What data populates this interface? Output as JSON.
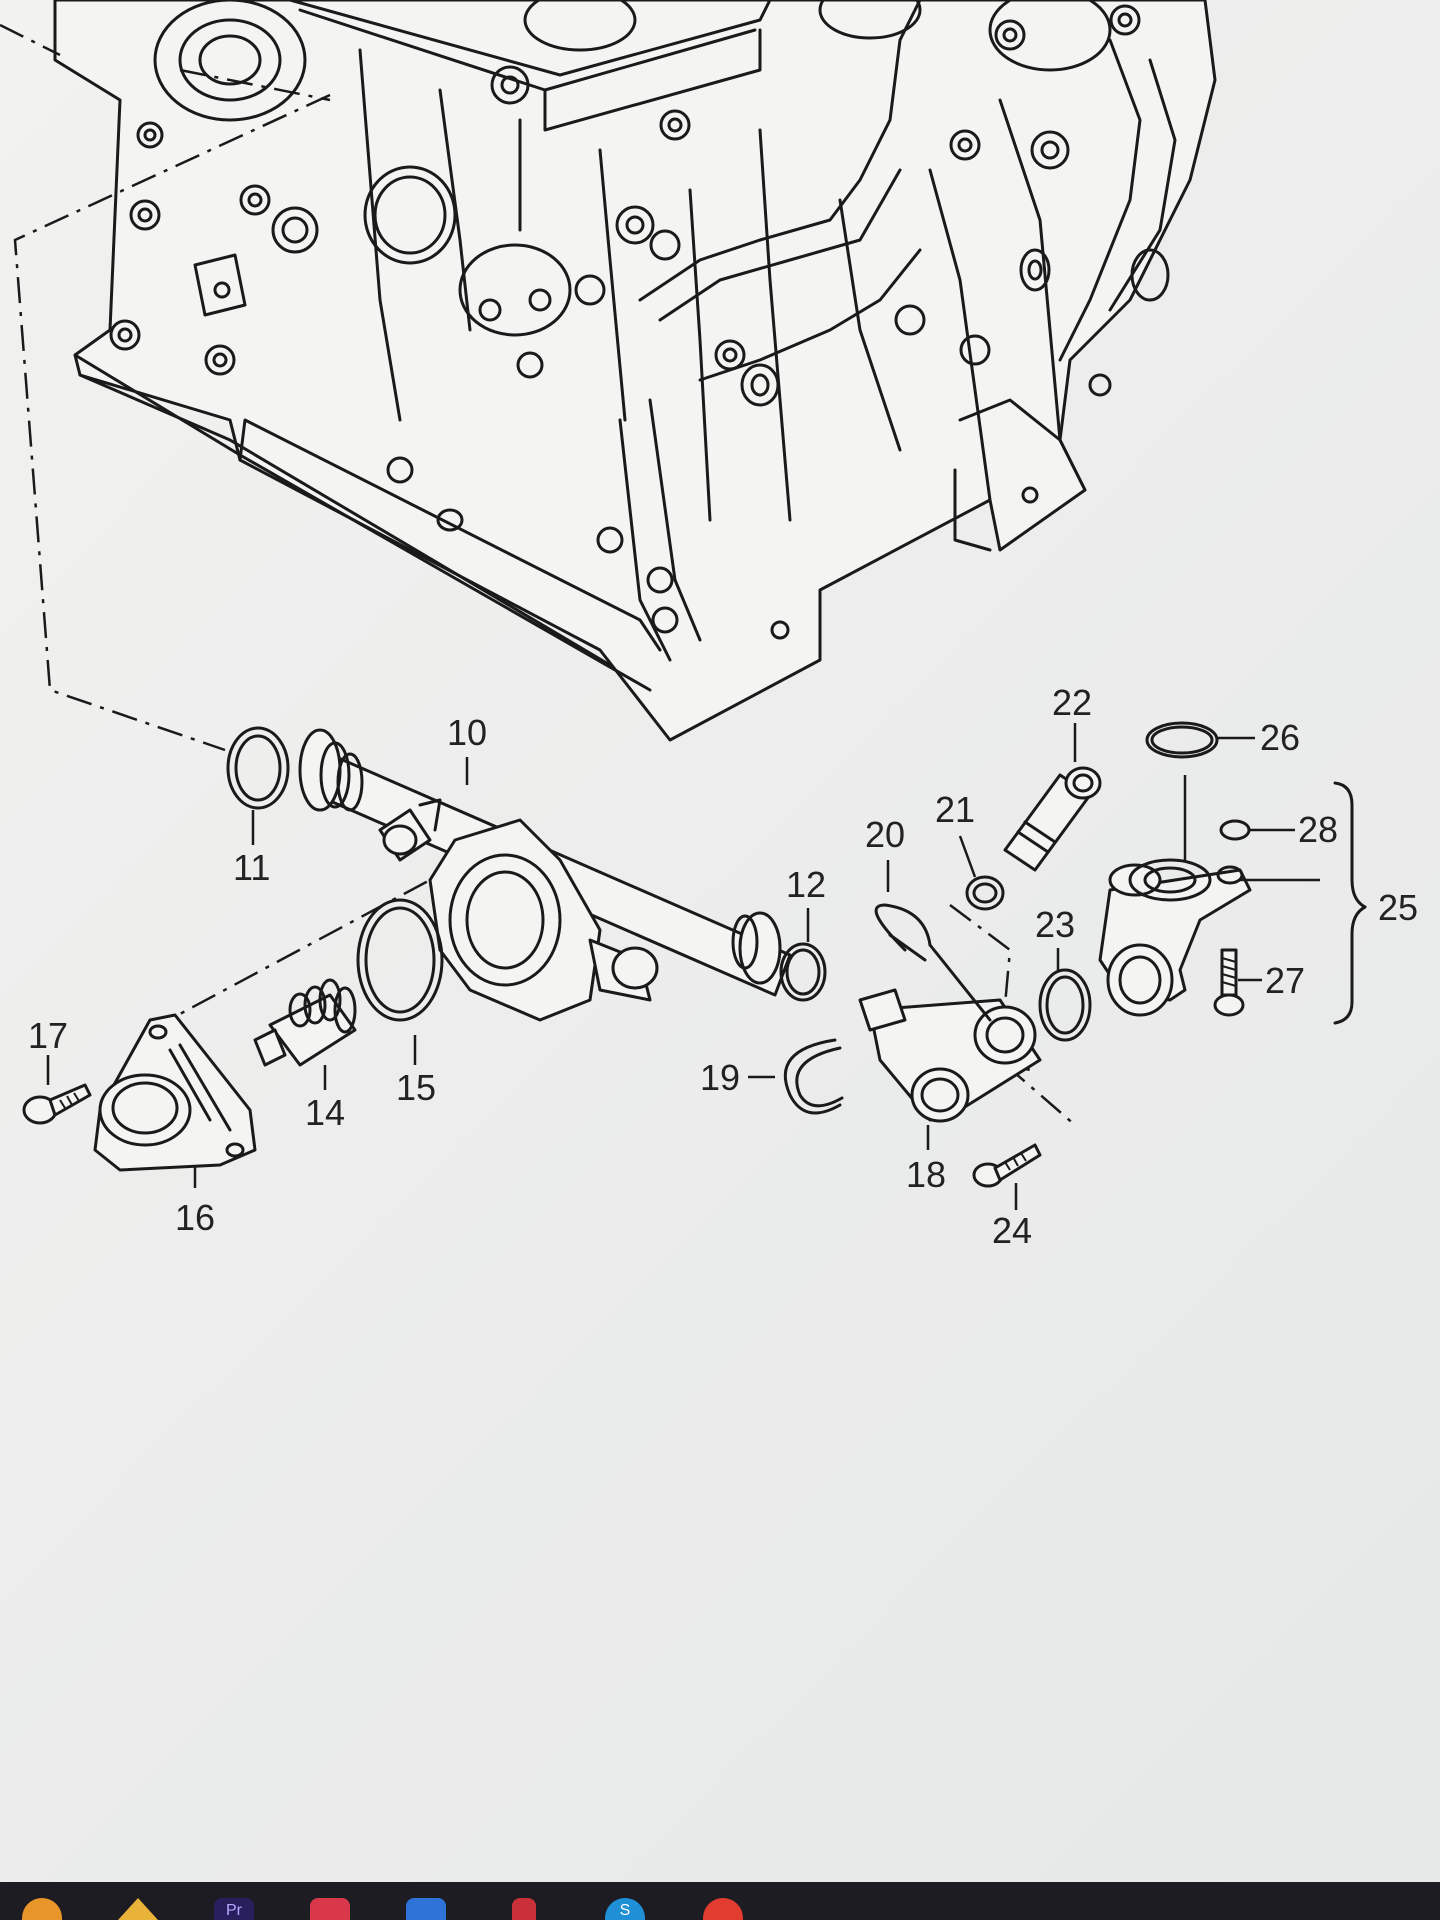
{
  "callouts": [
    {
      "id": "10",
      "text": "10"
    },
    {
      "id": "11",
      "text": "11"
    },
    {
      "id": "12",
      "text": "12"
    },
    {
      "id": "14",
      "text": "14"
    },
    {
      "id": "15",
      "text": "15"
    },
    {
      "id": "16",
      "text": "16"
    },
    {
      "id": "17",
      "text": "17"
    },
    {
      "id": "18",
      "text": "18"
    },
    {
      "id": "19",
      "text": "19"
    },
    {
      "id": "20",
      "text": "20"
    },
    {
      "id": "21",
      "text": "21"
    },
    {
      "id": "22",
      "text": "22"
    },
    {
      "id": "23",
      "text": "23"
    },
    {
      "id": "24",
      "text": "24"
    },
    {
      "id": "25",
      "text": "25"
    },
    {
      "id": "26",
      "text": "26"
    },
    {
      "id": "27",
      "text": "27"
    },
    {
      "id": "28",
      "text": "28"
    }
  ],
  "taskbar": {
    "icons": [
      {
        "name": "app-orange-icon",
        "color": "#e8962a",
        "text": ""
      },
      {
        "name": "app-warning-icon",
        "color": "#e9b33a",
        "text": ""
      },
      {
        "name": "premiere-pro-icon",
        "color": "#2a1f5e",
        "text": "Pr"
      },
      {
        "name": "creative-cloud-icon",
        "color": "#d9384a",
        "text": ""
      },
      {
        "name": "app-blue-icon",
        "color": "#2f73d9",
        "text": ""
      },
      {
        "name": "app-red-icon",
        "color": "#c9303a",
        "text": ""
      },
      {
        "name": "skype-icon",
        "color": "#1f8fd6",
        "text": "S"
      },
      {
        "name": "chrome-icon",
        "color": "#e23b2f",
        "text": ""
      }
    ]
  }
}
